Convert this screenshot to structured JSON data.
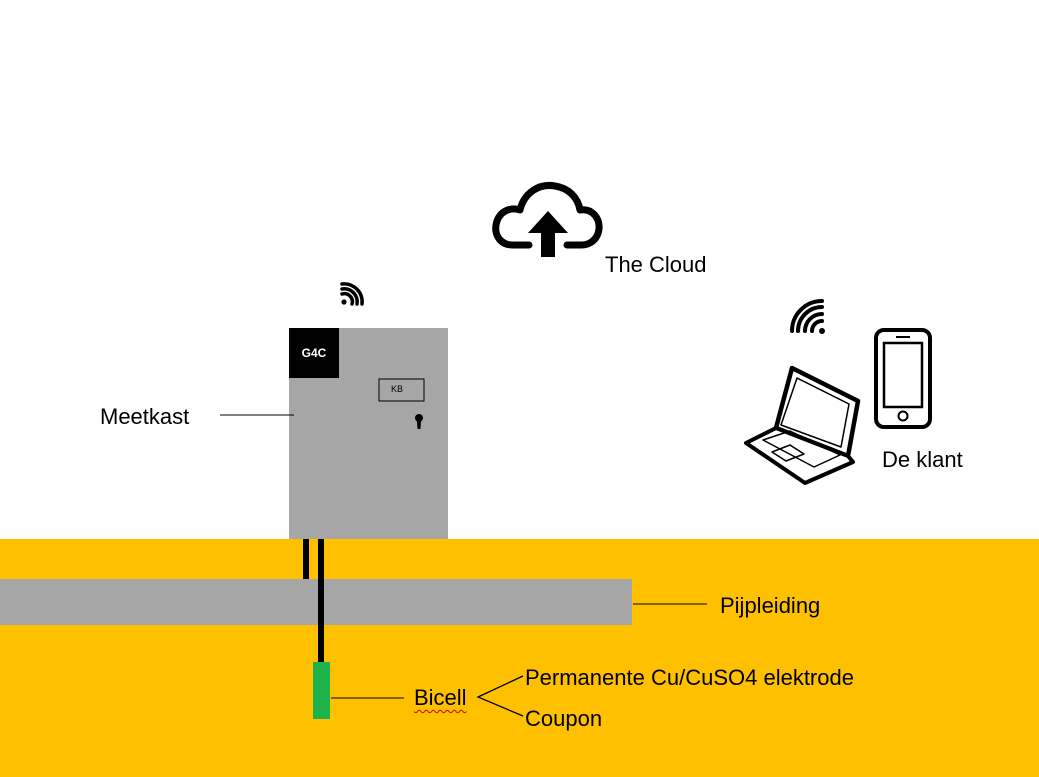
{
  "labels": {
    "cloud": "The Cloud",
    "meetkast": "Meetkast",
    "device_brand": "G4C",
    "device_tag": "KB",
    "customer": "De klant",
    "pipeline": "Pijpleiding",
    "bicell": "Bicell",
    "electrode": "Permanente Cu/CuSO4 elektrode",
    "coupon": "Coupon"
  },
  "icons": {
    "cloud": "cloud-upload-icon",
    "signal_box": "wifi-signal-icon",
    "signal_client": "wifi-signal-icon",
    "laptop": "laptop-icon",
    "phone": "smartphone-icon",
    "lock": "keyhole-icon"
  },
  "colors": {
    "ground": "#FFC000",
    "pipe": "#A6A6A6",
    "cabinet": "#A6A6A6",
    "bicell": "#1DB24A",
    "cable": "#000000",
    "spellcheck": "#D00000"
  }
}
